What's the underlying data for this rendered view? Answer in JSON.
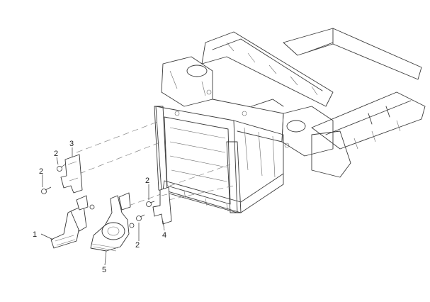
{
  "diagram": {
    "callouts": [
      {
        "id": "c1",
        "label": "1"
      },
      {
        "id": "c2a",
        "label": "2"
      },
      {
        "id": "c2b",
        "label": "2"
      },
      {
        "id": "c2c",
        "label": "2"
      },
      {
        "id": "c2d",
        "label": "2"
      },
      {
        "id": "c3",
        "label": "3"
      },
      {
        "id": "c4",
        "label": "4"
      },
      {
        "id": "c5",
        "label": "5"
      }
    ]
  }
}
